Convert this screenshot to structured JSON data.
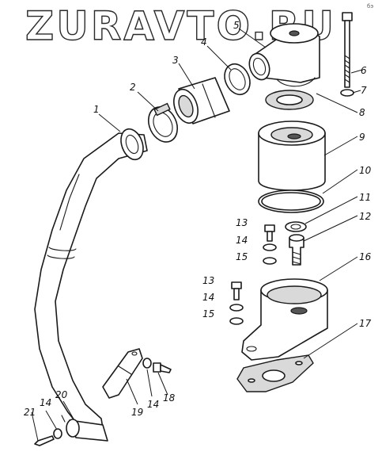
{
  "watermark": "ZURAVTO.RU",
  "corner_mark": "бэ",
  "callouts": {
    "c1": "1",
    "c2": "2",
    "c3": "3",
    "c4": "4",
    "c5": "5",
    "c6": "6",
    "c7": "7",
    "c8": "8",
    "c9": "9",
    "c10": "10",
    "c11": "11",
    "c12": "12",
    "c13a": "13",
    "c13b": "13",
    "c14a": "14",
    "c14b": "14",
    "c14c": "14",
    "c14d": "14",
    "c15a": "15",
    "c15b": "15",
    "c16": "16",
    "c17": "17",
    "c18": "18",
    "c19": "19",
    "c20": "20",
    "c21": "21"
  }
}
